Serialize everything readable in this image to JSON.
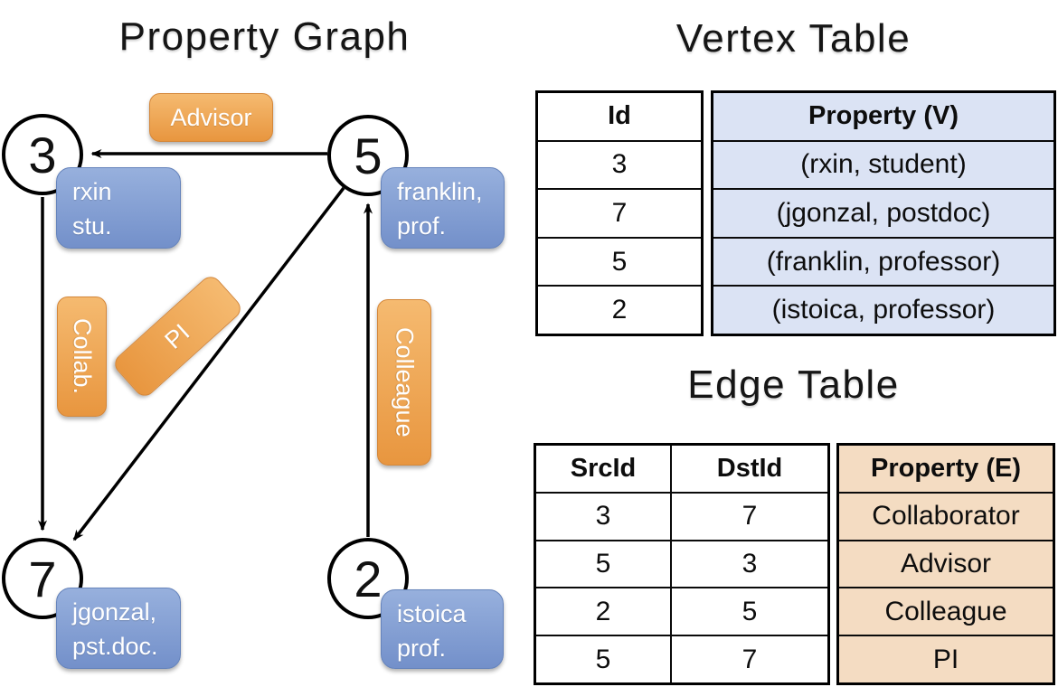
{
  "colors": {
    "orange-top": "#f5ba70",
    "orange-bottom": "#e8963f",
    "orange-border": "#d4873a",
    "blue-top": "#97b0dd",
    "blue-bottom": "#7390ca",
    "blue-border": "#6583bb",
    "vertex-cell-bg": "#dbe3f4",
    "edge-cell-bg": "#f4dcc2",
    "line-color": "#000000"
  },
  "graph": {
    "title": "Property Graph",
    "nodes": [
      {
        "id": "3",
        "prop_line1": "rxin",
        "prop_line2": "stu."
      },
      {
        "id": "5",
        "prop_line1": "franklin,",
        "prop_line2": "prof."
      },
      {
        "id": "7",
        "prop_line1": "jgonzal,",
        "prop_line2": "pst.doc."
      },
      {
        "id": "2",
        "prop_line1": "istoica",
        "prop_line2": "prof."
      }
    ],
    "edge_labels": {
      "advisor": "Advisor",
      "collab": "Collab.",
      "pi": "PI",
      "colleague": "Colleague"
    }
  },
  "vertex_table": {
    "title": "Vertex Table",
    "headers": {
      "id": "Id",
      "property": "Property (V)"
    },
    "rows": [
      {
        "id": "3",
        "property": "(rxin, student)"
      },
      {
        "id": "7",
        "property": "(jgonzal, postdoc)"
      },
      {
        "id": "5",
        "property": "(franklin, professor)"
      },
      {
        "id": "2",
        "property": "(istoica, professor)"
      }
    ]
  },
  "edge_table": {
    "title": "Edge Table",
    "headers": {
      "src": "SrcId",
      "dst": "DstId",
      "property": "Property (E)"
    },
    "rows": [
      {
        "src": "3",
        "dst": "7",
        "property": "Collaborator"
      },
      {
        "src": "5",
        "dst": "3",
        "property": "Advisor"
      },
      {
        "src": "2",
        "dst": "5",
        "property": "Colleague"
      },
      {
        "src": "5",
        "dst": "7",
        "property": "PI"
      }
    ]
  }
}
